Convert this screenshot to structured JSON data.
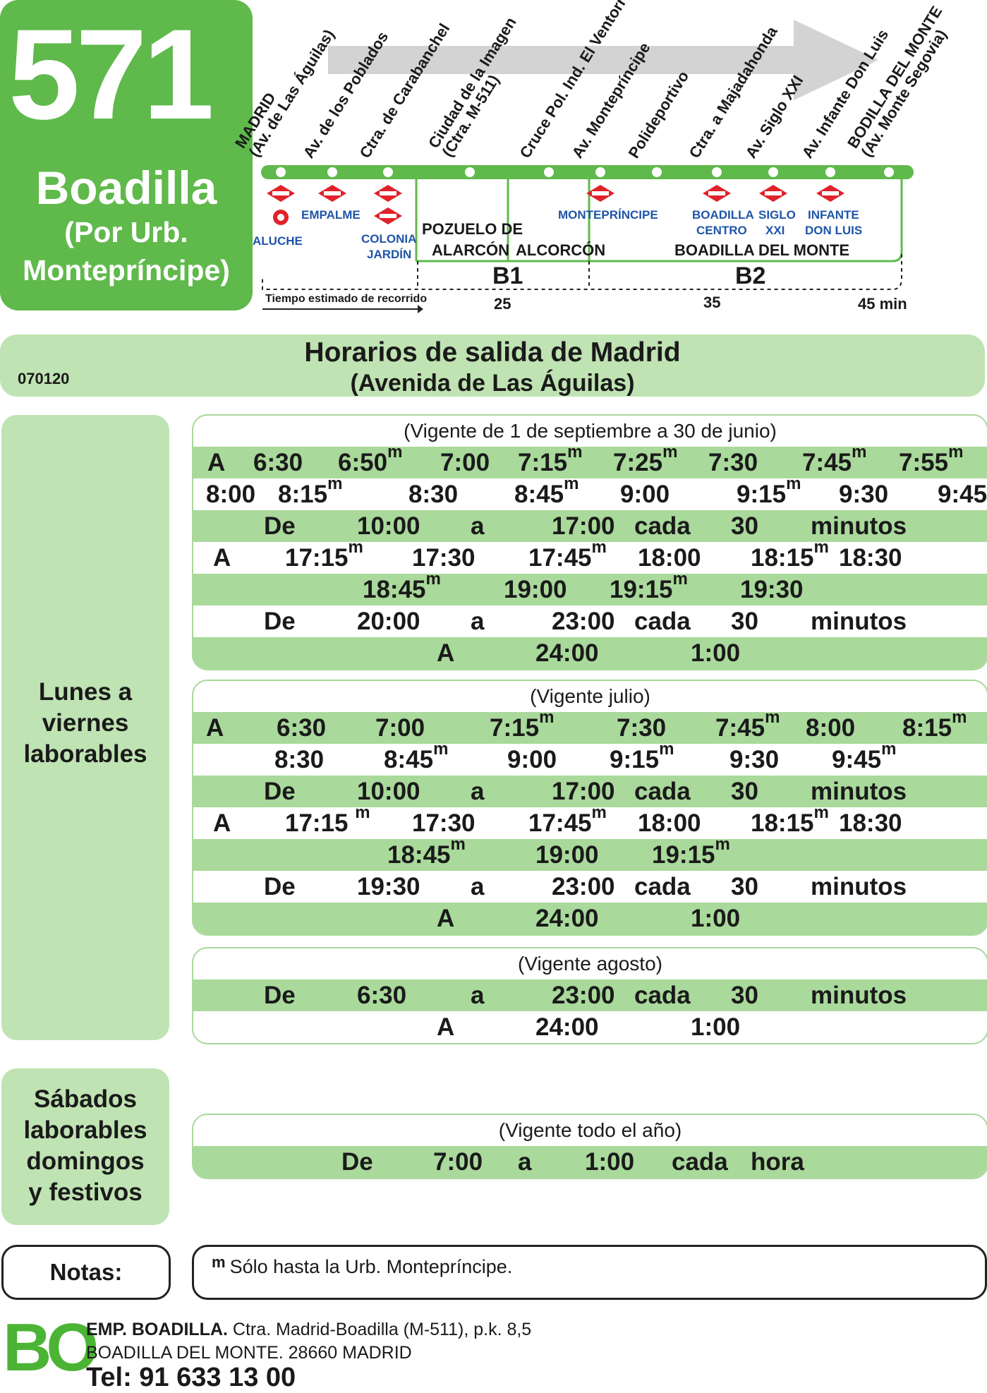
{
  "header": {
    "route_number": "571",
    "destination": "Boadilla",
    "via_line1": "(Por Urb.",
    "via_line2": "Montepríncipe)",
    "travel_time_label": "Tiempo estimado de recorrido",
    "stops": [
      {
        "line1": "MADRID",
        "line2": "(Av. de Las Águilas)"
      },
      {
        "line1": "Av. de los Poblados",
        "line2": ""
      },
      {
        "line1": "Ctra. de Carabanchel",
        "line2": ""
      },
      {
        "line1": "Ciudad de la Imagen",
        "line2": "(Ctra. M-511)"
      },
      {
        "line1": "Cruce Pol. Ind. El Ventorro",
        "line2": ""
      },
      {
        "line1": "Av. Montepríncipe",
        "line2": ""
      },
      {
        "line1": "Polideportivo",
        "line2": ""
      },
      {
        "line1": "Ctra. a Majadahonda",
        "line2": ""
      },
      {
        "line1": "Av. Siglo XXI",
        "line2": ""
      },
      {
        "line1": "Av. Infante Don Luis",
        "line2": ""
      },
      {
        "line1": "BODILLA DEL MONTE",
        "line2": "(Av. Monte Segovia)"
      }
    ],
    "connections": {
      "aluche": "ALUCHE",
      "empalme": "EMPALME",
      "colonia_jardin_1": "COLONIA",
      "colonia_jardin_2": "JARDÍN",
      "monteprincipe": "MONTEPRÍNCIPE",
      "boadilla_centro_1": "BOADILLA",
      "boadilla_centro_2": "CENTRO",
      "siglo_xxi_1": "SIGLO",
      "siglo_xxi_2": "XXI",
      "infante_1": "INFANTE",
      "infante_2": "DON LUIS"
    },
    "municipalities": {
      "pozuelo_1": "POZUELO DE",
      "pozuelo_2": "ALARCÓN",
      "alcorcon": "ALCORCÓN",
      "boadilla": "BOADILLA DEL MONTE"
    },
    "zones": {
      "b1": "B1",
      "b2": "B2"
    },
    "times": {
      "t1": "25",
      "t2": "35",
      "t3": "45 min"
    },
    "colors": {
      "brand_green": "#5fb94b",
      "metro_red": "#e0222b",
      "metro_blue": "#1f55a8",
      "row_green": "#a9d99b"
    }
  },
  "title": {
    "code": "070120",
    "line1": "Horarios de salida de Madrid",
    "line2": "(Avenida de Las Águilas)"
  },
  "side_labels": {
    "weekdays": [
      "Lunes a",
      "viernes",
      "laborables"
    ],
    "weekends": [
      "Sábados",
      "laborables",
      "domingos",
      "y festivos"
    ]
  },
  "schedules": [
    {
      "header": "(Vigente de 1 de septiembre a 30 de junio)",
      "rows": [
        {
          "green": true,
          "cells": [
            {
              "t": "A"
            },
            {
              "t": "6:30"
            },
            {
              "t": "6:50",
              "m": true
            },
            {
              "t": "7:00"
            },
            {
              "t": "7:15",
              "m": true
            },
            {
              "t": "7:25",
              "m": true
            },
            {
              "t": "7:30"
            },
            {
              "t": "7:45",
              "m": true
            },
            {
              "t": "7:55",
              "m": true
            }
          ]
        },
        {
          "green": false,
          "cells": [
            {
              "t": "8:00"
            },
            {
              "t": "8:15",
              "m": true
            },
            {
              "t": "8:30"
            },
            {
              "t": "8:45",
              "m": true
            },
            {
              "t": "9:00"
            },
            {
              "t": "9:15",
              "m": true
            },
            {
              "t": "9:30"
            },
            {
              "t": "9:45",
              "m": true
            }
          ]
        },
        {
          "green": true,
          "cells": [
            {
              "t": "De"
            },
            {
              "t": "10:00"
            },
            {
              "t": "a"
            },
            {
              "t": "17:00"
            },
            {
              "t": "cada"
            },
            {
              "t": "30"
            },
            {
              "t": "minutos"
            }
          ]
        },
        {
          "green": false,
          "cells": [
            {
              "t": "A"
            },
            {
              "t": "17:15",
              "m": true
            },
            {
              "t": "17:30"
            },
            {
              "t": "17:45",
              "m": true
            },
            {
              "t": "18:00"
            },
            {
              "t": "18:15",
              "m": true
            },
            {
              "t": "18:30"
            }
          ]
        },
        {
          "green": true,
          "cells": [
            {
              "t": "18:45",
              "m": true
            },
            {
              "t": "19:00"
            },
            {
              "t": "19:15",
              "m": true
            },
            {
              "t": "19:30"
            }
          ]
        },
        {
          "green": false,
          "cells": [
            {
              "t": "De"
            },
            {
              "t": "20:00"
            },
            {
              "t": "a"
            },
            {
              "t": "23:00"
            },
            {
              "t": "cada"
            },
            {
              "t": "30"
            },
            {
              "t": "minutos"
            }
          ]
        },
        {
          "green": true,
          "cells": [
            {
              "t": "A"
            },
            {
              "t": "24:00"
            },
            {
              "t": "1:00"
            }
          ]
        }
      ]
    },
    {
      "header": "(Vigente julio)",
      "rows": [
        {
          "green": true,
          "cells": [
            {
              "t": "A"
            },
            {
              "t": "6:30"
            },
            {
              "t": "7:00"
            },
            {
              "t": "7:15",
              "m": true
            },
            {
              "t": "7:30"
            },
            {
              "t": "7:45",
              "m": true
            },
            {
              "t": "8:00"
            },
            {
              "t": "8:15",
              "m": true
            }
          ]
        },
        {
          "green": false,
          "cells": [
            {
              "t": "8:30"
            },
            {
              "t": "8:45",
              "m": true
            },
            {
              "t": "9:00"
            },
            {
              "t": "9:15",
              "m": true
            },
            {
              "t": "9:30"
            },
            {
              "t": "9:45",
              "m": true
            }
          ]
        },
        {
          "green": true,
          "cells": [
            {
              "t": "De"
            },
            {
              "t": "10:00"
            },
            {
              "t": "a"
            },
            {
              "t": "17:00"
            },
            {
              "t": "cada"
            },
            {
              "t": "30"
            },
            {
              "t": "minutos"
            }
          ]
        },
        {
          "green": false,
          "cells": [
            {
              "t": "A"
            },
            {
              "t": "17:15 ",
              "m": true
            },
            {
              "t": "17:30"
            },
            {
              "t": "17:45",
              "m": true
            },
            {
              "t": "18:00"
            },
            {
              "t": "18:15",
              "m": true
            },
            {
              "t": "18:30"
            }
          ]
        },
        {
          "green": true,
          "cells": [
            {
              "t": "18:45",
              "m": true
            },
            {
              "t": "19:00"
            },
            {
              "t": "19:15",
              "m": true
            }
          ]
        },
        {
          "green": false,
          "cells": [
            {
              "t": "De"
            },
            {
              "t": "19:30"
            },
            {
              "t": "a"
            },
            {
              "t": "23:00"
            },
            {
              "t": "cada"
            },
            {
              "t": "30"
            },
            {
              "t": "minutos"
            }
          ]
        },
        {
          "green": true,
          "cells": [
            {
              "t": "A"
            },
            {
              "t": "24:00"
            },
            {
              "t": "1:00"
            }
          ]
        }
      ]
    },
    {
      "header": "(Vigente agosto)",
      "rows": [
        {
          "green": true,
          "cells": [
            {
              "t": "De"
            },
            {
              "t": "6:30"
            },
            {
              "t": "a"
            },
            {
              "t": "23:00"
            },
            {
              "t": "cada"
            },
            {
              "t": "30"
            },
            {
              "t": "minutos"
            }
          ]
        },
        {
          "green": false,
          "cells": [
            {
              "t": "A"
            },
            {
              "t": "24:00"
            },
            {
              "t": "1:00"
            }
          ]
        }
      ]
    },
    {
      "header": "(Vigente todo el año)",
      "rows": [
        {
          "green": true,
          "cells": [
            {
              "t": "De"
            },
            {
              "t": "7:00"
            },
            {
              "t": "a"
            },
            {
              "t": "1:00"
            },
            {
              "t": "cada"
            },
            {
              "t": "hora"
            }
          ]
        }
      ]
    }
  ],
  "notes": {
    "label": "Notas:",
    "mark": "m",
    "text": "Sólo hasta la Urb. Montepríncipe."
  },
  "footer": {
    "logo": "BO",
    "company_name": "EMP. BOADILLA.",
    "company_address": "Ctra. Madrid-Boadilla (M-511), p.k. 8,5",
    "address2": "BOADILLA DEL MONTE. 28660 MADRID",
    "phone": "Tel: 91 633 13 00"
  }
}
